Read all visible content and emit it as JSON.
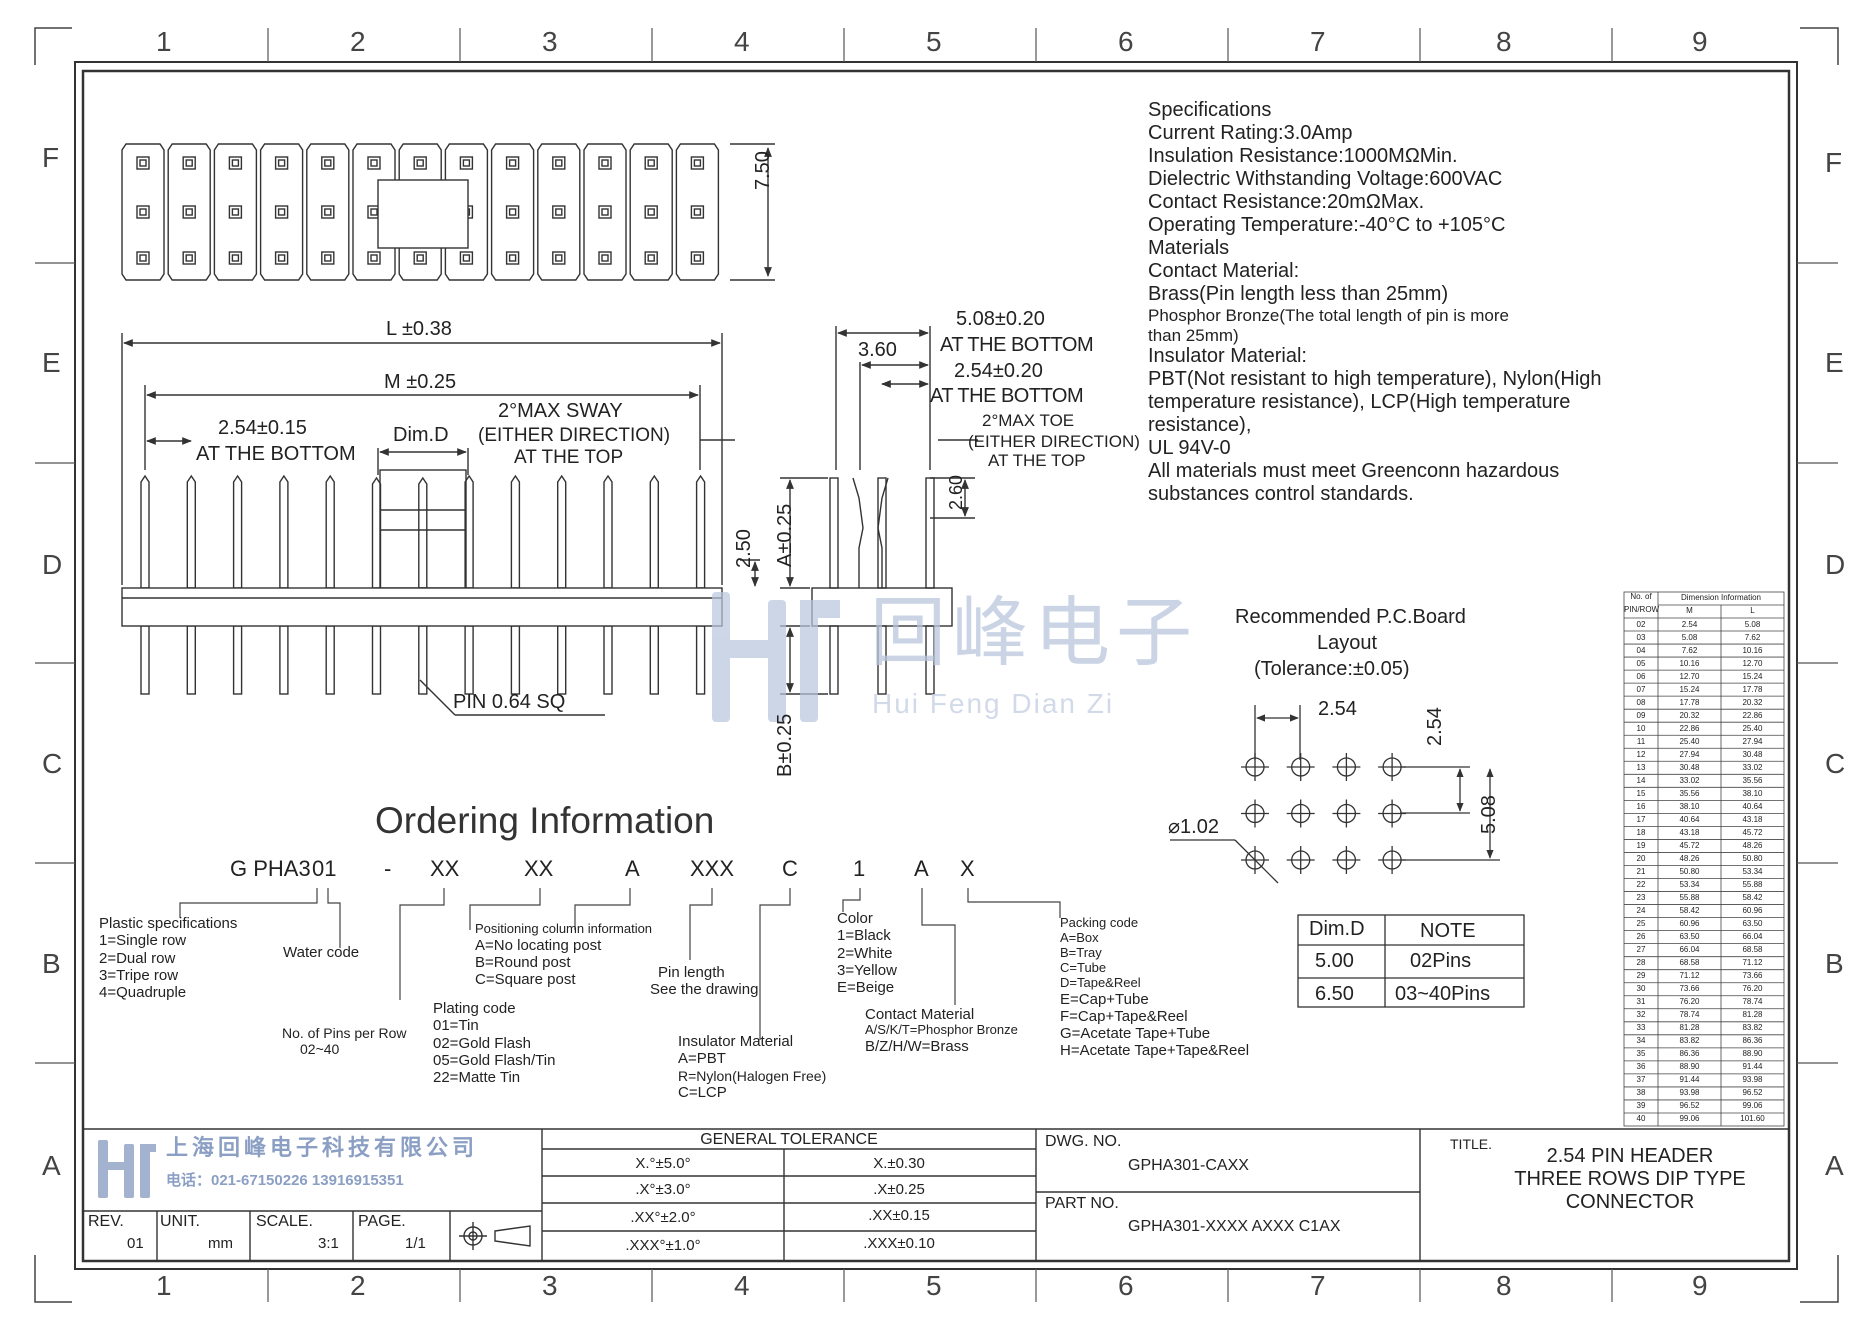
{
  "grid": {
    "cols": [
      "1",
      "2",
      "3",
      "4",
      "5",
      "6",
      "7",
      "8",
      "9"
    ],
    "rows": [
      "F",
      "E",
      "D",
      "C",
      "B",
      "A"
    ]
  },
  "specs": [
    "Specifications",
    "Current Rating:3.0Amp",
    "Insulation Resistance:1000MΩMin.",
    "Dielectric Withstanding Voltage:600VAC",
    "Contact Resistance:20mΩMax.",
    "Operating Temperature:-40°C to +105°C",
    "Materials",
    "Contact Material:",
    "Brass(Pin length less than 25mm)",
    "Phosphor Bronze(The total length of pin is more",
    "than 25mm)",
    "Insulator Material:",
    "PBT(Not resistant to high temperature),  Nylon(High",
    "temperature resistance), LCP(High temperature",
    "resistance),",
    "UL 94V-0",
    "All materials must meet Greenconn hazardous",
    "substances control standards."
  ],
  "dims": {
    "height_top": "7.50",
    "L": "L ±0.38",
    "M": "M ±0.25",
    "pitch": "2.54±0.15",
    "at_bottom": "AT THE BOTTOM",
    "dim_d": "Dim.D",
    "sway1": "2°MAX SWAY",
    "sway2": "(EITHER DIRECTION)",
    "sway3": "AT THE TOP",
    "h250": "2.50",
    "A": "A±0.25",
    "B": "B±0.25",
    "pin": "PIN 0.64 SQ",
    "s508": "5.08±0.20",
    "s508b": "AT THE BOTTOM",
    "s360": "3.60",
    "s254": "2.54±0.20",
    "s254b": "AT THE BOTTOM",
    "toe1": "2°MAX TOE",
    "toe2": "(EITHER DIRECTION)",
    "toe3": "AT THE  TOP",
    "s260": "2.60"
  },
  "watermark": {
    "cn": "回峰电子",
    "en": "Hui Feng Dian Zi"
  },
  "pcb": {
    "title1": "Recommended P.C.Board",
    "title2": "Layout",
    "title3": "(Tolerance:±0.05)",
    "p1": "2.54",
    "p2": "2.54",
    "p3": "5.08",
    "hole": "⌀1.02"
  },
  "note_table": {
    "headers": [
      "Dim.D",
      "NOTE"
    ],
    "rows": [
      [
        "5.00",
        "02Pins"
      ],
      [
        "6.50",
        "03~40Pins"
      ]
    ]
  },
  "dim_table": {
    "h1": "No. of",
    "h2": "PIN/ROW",
    "h3": "Dimension Information",
    "hM": "M",
    "hL": "L",
    "rows": [
      [
        "02",
        "2.54",
        "5.08"
      ],
      [
        "03",
        "5.08",
        "7.62"
      ],
      [
        "04",
        "7.62",
        "10.16"
      ],
      [
        "05",
        "10.16",
        "12.70"
      ],
      [
        "06",
        "12.70",
        "15.24"
      ],
      [
        "07",
        "15.24",
        "17.78"
      ],
      [
        "08",
        "17.78",
        "20.32"
      ],
      [
        "09",
        "20.32",
        "22.86"
      ],
      [
        "10",
        "22.86",
        "25.40"
      ],
      [
        "11",
        "25.40",
        "27.94"
      ],
      [
        "12",
        "27.94",
        "30.48"
      ],
      [
        "13",
        "30.48",
        "33.02"
      ],
      [
        "14",
        "33.02",
        "35.56"
      ],
      [
        "15",
        "35.56",
        "38.10"
      ],
      [
        "16",
        "38.10",
        "40.64"
      ],
      [
        "17",
        "40.64",
        "43.18"
      ],
      [
        "18",
        "43.18",
        "45.72"
      ],
      [
        "19",
        "45.72",
        "48.26"
      ],
      [
        "20",
        "48.26",
        "50.80"
      ],
      [
        "21",
        "50.80",
        "53.34"
      ],
      [
        "22",
        "53.34",
        "55.88"
      ],
      [
        "23",
        "55.88",
        "58.42"
      ],
      [
        "24",
        "58.42",
        "60.96"
      ],
      [
        "25",
        "60.96",
        "63.50"
      ],
      [
        "26",
        "63.50",
        "66.04"
      ],
      [
        "27",
        "66.04",
        "68.58"
      ],
      [
        "28",
        "68.58",
        "71.12"
      ],
      [
        "29",
        "71.12",
        "73.66"
      ],
      [
        "30",
        "73.66",
        "76.20"
      ],
      [
        "31",
        "76.20",
        "78.74"
      ],
      [
        "32",
        "78.74",
        "81.28"
      ],
      [
        "33",
        "81.28",
        "83.82"
      ],
      [
        "34",
        "83.82",
        "86.36"
      ],
      [
        "35",
        "86.36",
        "88.90"
      ],
      [
        "36",
        "88.90",
        "91.44"
      ],
      [
        "37",
        "91.44",
        "93.98"
      ],
      [
        "38",
        "93.98",
        "96.52"
      ],
      [
        "39",
        "96.52",
        "99.06"
      ],
      [
        "40",
        "99.06",
        "101.60"
      ]
    ]
  },
  "ordering": {
    "title": "Ordering Information",
    "code": [
      "G PHA3",
      "01",
      "-",
      "XX",
      "XX",
      "A",
      "XXX",
      "C",
      "1",
      "A",
      "X"
    ],
    "plastic": [
      "Plastic specifications",
      "1=Single row",
      "2=Dual row",
      "3=Tripe row",
      "4=Quadruple"
    ],
    "water": "Water code",
    "pins": [
      "No. of Pins per Row",
      "02~40"
    ],
    "plating": [
      "Plating code",
      "01=Tin",
      "02=Gold Flash",
      "05=Gold Flash/Tin",
      "22=Matte Tin"
    ],
    "position": [
      "Positioning column information",
      "A=No locating post",
      "B=Round post",
      "C=Square post"
    ],
    "pinlen": [
      "Pin length",
      "See the drawing"
    ],
    "insul": [
      "Insulator Material",
      "A=PBT",
      "R=Nylon(Halogen Free)",
      "C=LCP"
    ],
    "color": [
      "Color",
      "1=Black",
      "2=White",
      "3=Yellow",
      "E=Beige"
    ],
    "contact": [
      "Contact Material",
      "A/S/K/T=Phosphor Bronze",
      "B/Z/H/W=Brass"
    ],
    "packing": [
      "Packing code",
      "A=Box",
      "B=Tray",
      "C=Tube",
      "D=Tape&Reel",
      "E=Cap+Tube",
      "F=Cap+Tape&Reel",
      "G=Acetate Tape+Tube",
      "H=Acetate Tape+Tape&Reel"
    ]
  },
  "title_block": {
    "company": "上海回峰电子科技有限公司",
    "phone": "电话：021-67150226  13916915351",
    "rev_label": "REV.",
    "rev": "01",
    "unit_label": "UNIT.",
    "unit": "mm",
    "scale_label": "SCALE.",
    "scale": "3:1",
    "page_label": "PAGE.",
    "page": "1/1",
    "tol_title": "GENERAL TOLERANCE",
    "tol": [
      [
        "X.°±5.0°",
        "X.±0.30"
      ],
      [
        ".X°±3.0°",
        ".X±0.25"
      ],
      [
        ".XX°±2.0°",
        ".XX±0.15"
      ],
      [
        ".XXX°±1.0°",
        ".XXX±0.10"
      ]
    ],
    "dwg_label": "DWG. NO.",
    "dwg": "GPHA301-CAXX",
    "part_label": "PART NO.",
    "part": "GPHA301-XXXX AXXX C1AX",
    "title_label": "TITLE.",
    "title": [
      "2.54 PIN HEADER",
      "THREE ROWS DIP TYPE",
      "CONNECTOR"
    ]
  }
}
